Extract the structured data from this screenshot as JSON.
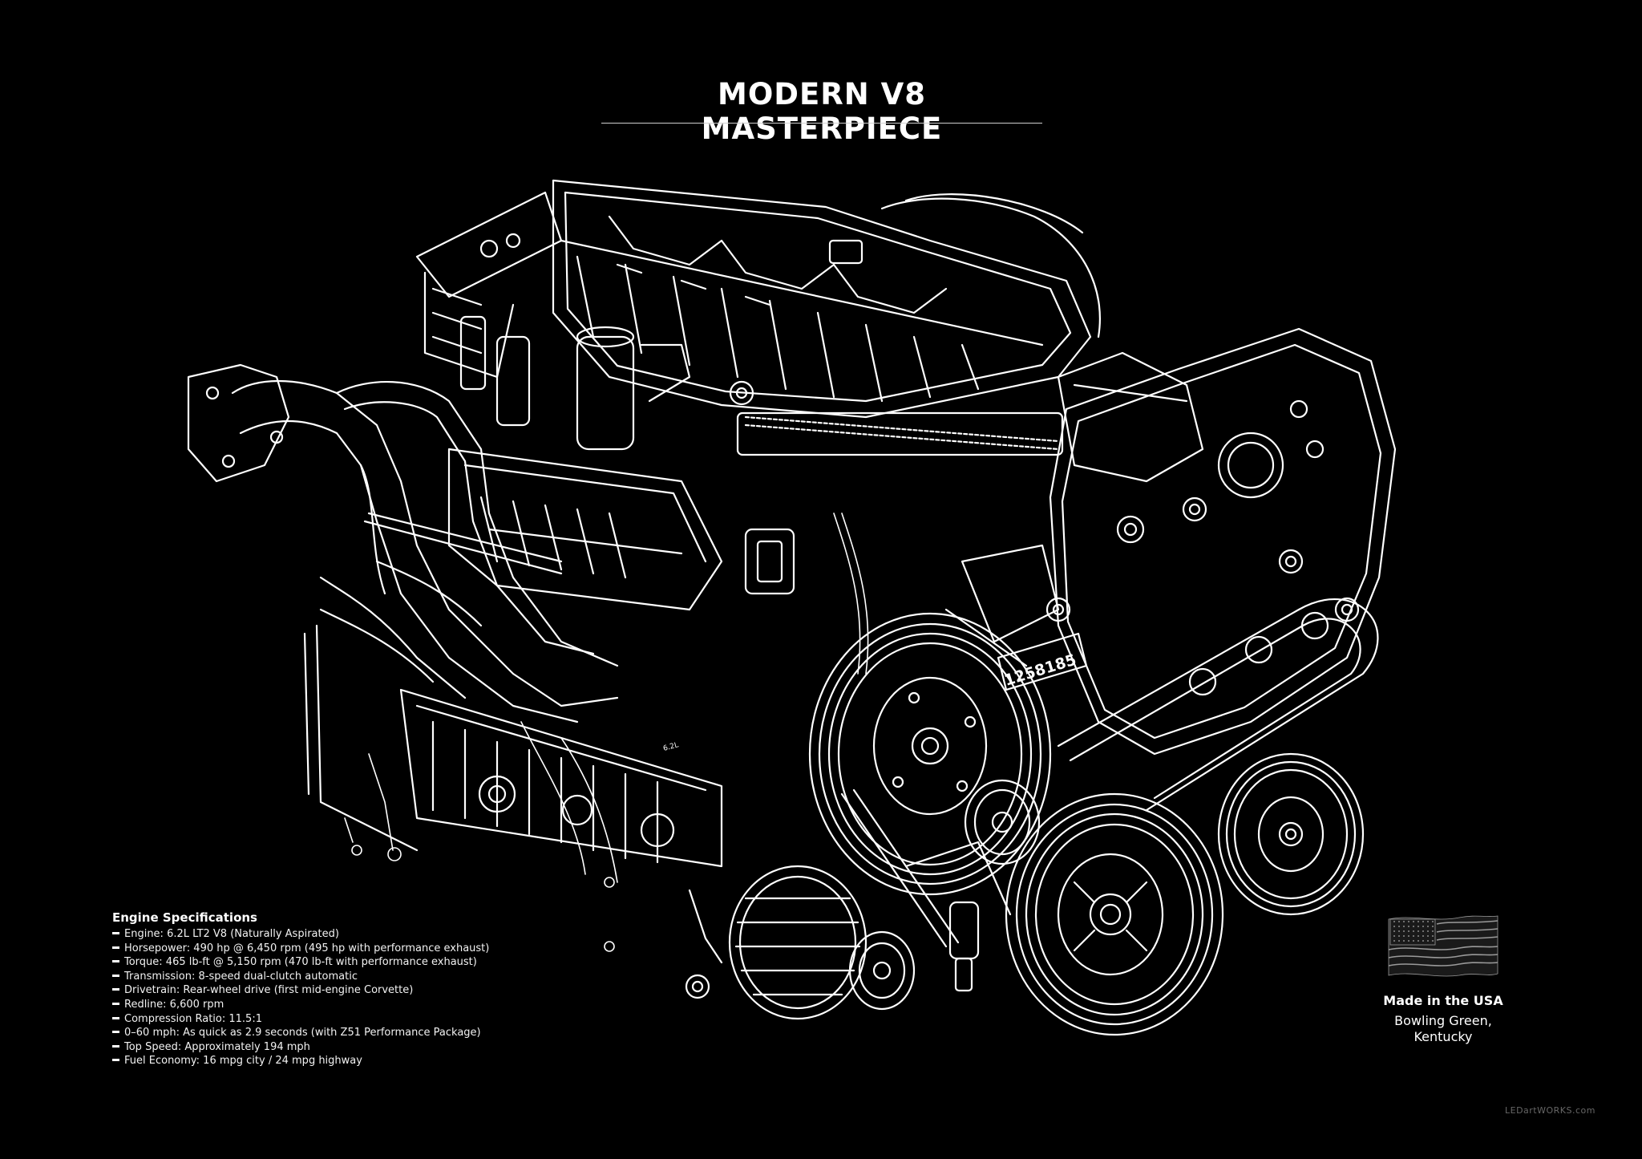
{
  "poster": {
    "title": "MODERN V8 MASTERPIECE",
    "engine_code_stamp": "1258185",
    "engine_badge": "6.2L"
  },
  "specs": {
    "heading": "Engine Specifications",
    "items": [
      "Engine: 6.2L LT2 V8 (Naturally Aspirated)",
      "Horsepower: 490 hp @ 6,450 rpm (495 hp with performance exhaust)",
      "Torque: 465 lb-ft @ 5,150 rpm (470 lb-ft with performance exhaust)",
      "Transmission: 8-speed dual-clutch automatic",
      "Drivetrain: Rear-wheel drive (first mid-engine Corvette)",
      "Redline: 6,600 rpm",
      "Compression Ratio: 11.5:1",
      "0–60 mph: As quick as 2.9 seconds (with Z51 Performance Package)",
      "Top Speed: Approximately 194 mph",
      "Fuel Economy: 16 mpg city / 24 mpg highway"
    ]
  },
  "origin": {
    "heading": "Made in the USA",
    "city_line1": "Bowling Green,",
    "city_line2": "Kentucky",
    "flag_icon": "us-flag-icon"
  },
  "brand": {
    "text": "LEDartWORKS.com"
  },
  "colors": {
    "background": "#000000",
    "line": "#ffffff"
  }
}
